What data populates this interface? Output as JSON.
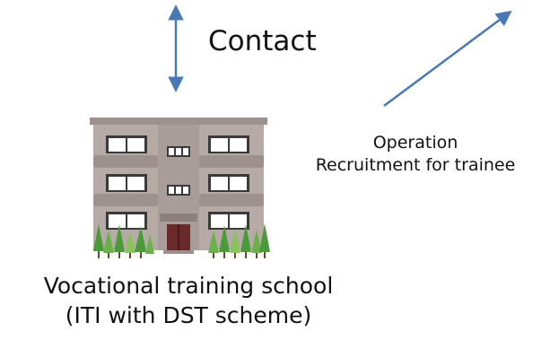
{
  "diagram": {
    "contact_label": "Contact",
    "operation_label": "Operation",
    "recruitment_label": "Recruitment for trainee",
    "school_name": "Vocational training school",
    "school_subtitle": "(ITI with DST scheme)"
  },
  "colors": {
    "arrow": "#4a78b5",
    "building_wall": "#b5aaa5",
    "building_dark": "#8c807b",
    "window_frame": "#3a3a3a",
    "tree": "#4a9a3a",
    "door": "#6b2a2a"
  },
  "icons": [
    "building-icon",
    "tree-icon",
    "double-arrow-icon",
    "arrow-icon"
  ]
}
